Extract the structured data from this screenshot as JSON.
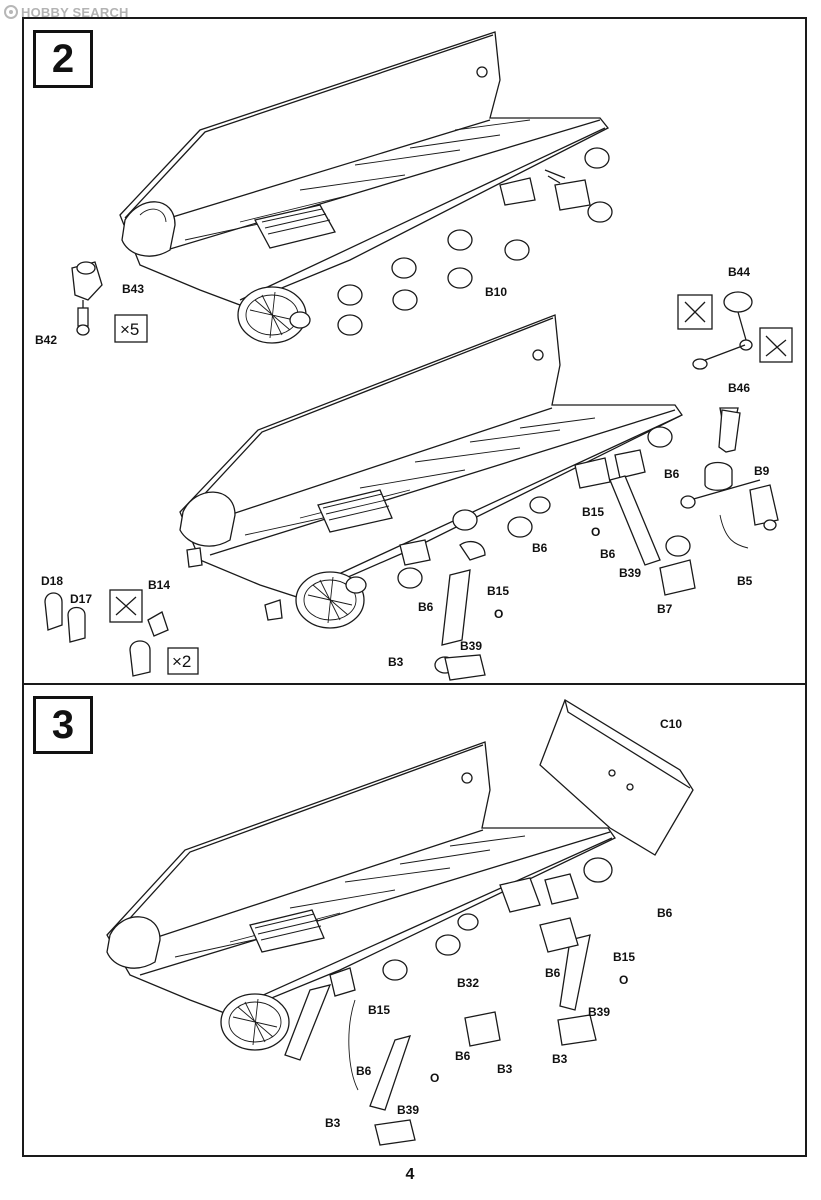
{
  "watermark": {
    "text": "HOBBY SEARCH"
  },
  "page": {
    "number": "4"
  },
  "steps": [
    {
      "number": "2"
    },
    {
      "number": "3"
    }
  ],
  "labels": {
    "B43": "B43",
    "B42": "B42",
    "B10": "B10",
    "B44": "B44",
    "B46": "B46",
    "B6": "B6",
    "B9": "B9",
    "B15": "B15",
    "O": "O",
    "B39": "B39",
    "B5": "B5",
    "B7": "B7",
    "B3": "B3",
    "D18": "D18",
    "D17": "D17",
    "B14": "B14",
    "C10": "C10",
    "B32": "B32"
  },
  "quantities": {
    "x5": "×5",
    "x2": "×2"
  },
  "icons": [
    "cut-part-icon",
    "reference-view-icon",
    "cement-arrow-icon"
  ]
}
